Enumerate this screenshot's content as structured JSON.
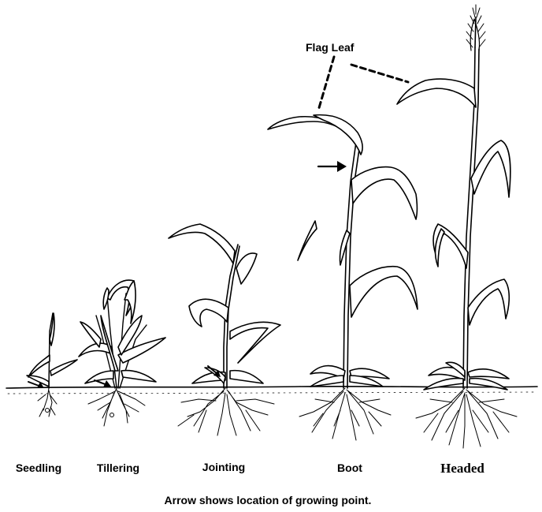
{
  "diagram": {
    "callout_label": "Flag Leaf",
    "stages": [
      {
        "label": "Seedling"
      },
      {
        "label": "Tillering"
      },
      {
        "label": "Jointing"
      },
      {
        "label": "Boot"
      },
      {
        "label": "Headed"
      }
    ],
    "caption": "Arrow shows location of growing point."
  }
}
